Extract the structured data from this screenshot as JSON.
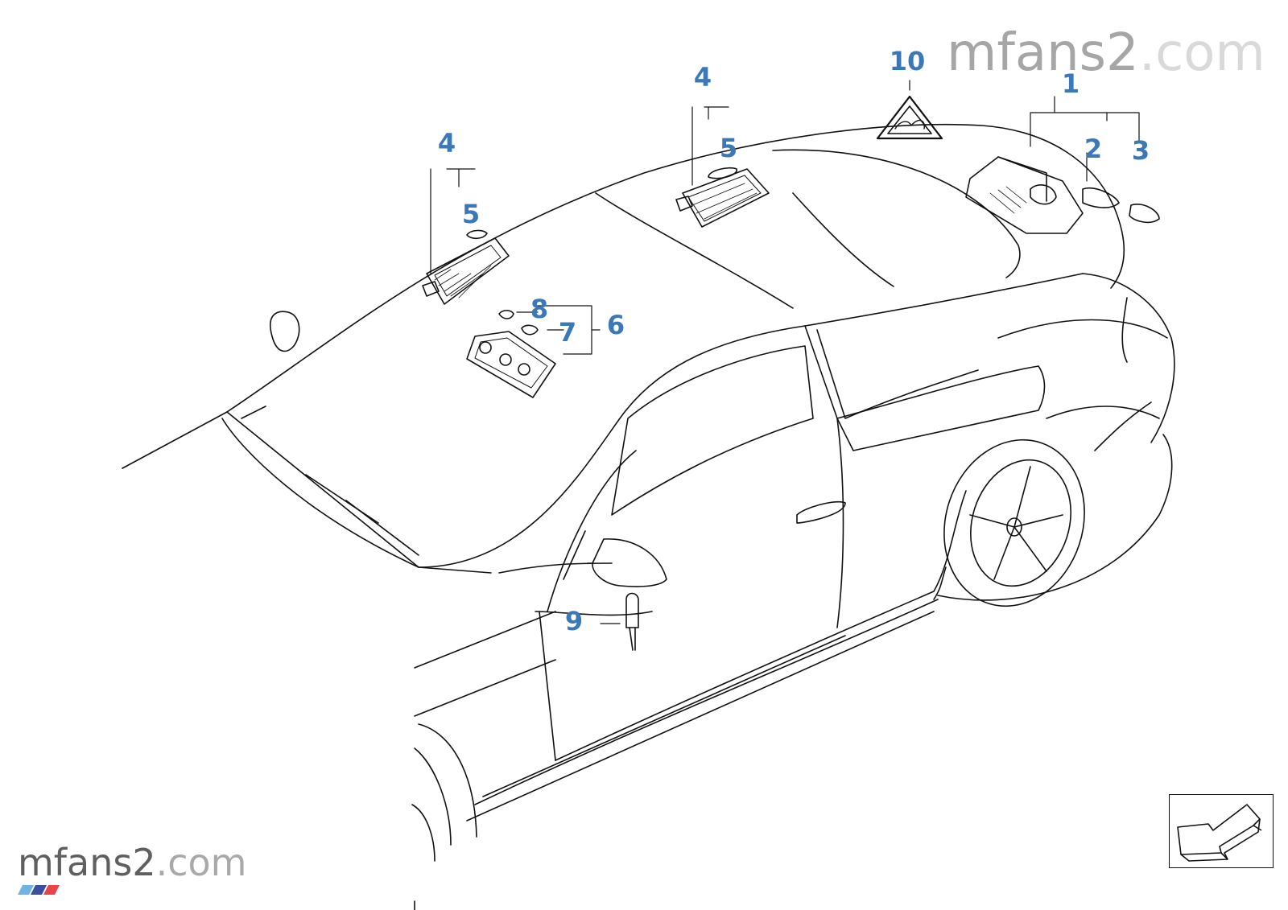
{
  "diagram": {
    "type": "parts exploded view",
    "callouts": [
      {
        "id": "c1",
        "label": "1"
      },
      {
        "id": "c2",
        "label": "2"
      },
      {
        "id": "c3",
        "label": "3"
      },
      {
        "id": "c4a",
        "label": "4"
      },
      {
        "id": "c4b",
        "label": "4"
      },
      {
        "id": "c5a",
        "label": "5"
      },
      {
        "id": "c5b",
        "label": "5"
      },
      {
        "id": "c6",
        "label": "6"
      },
      {
        "id": "c7",
        "label": "7"
      },
      {
        "id": "c8",
        "label": "8"
      },
      {
        "id": "c9",
        "label": "9"
      },
      {
        "id": "c10",
        "label": "10"
      }
    ],
    "callout_color": "#3a78b8",
    "line_color": "#111111"
  },
  "watermark": {
    "brand": "mfans2",
    "tld": ".com"
  },
  "navigation": {
    "icon": "arrow-back-icon"
  }
}
